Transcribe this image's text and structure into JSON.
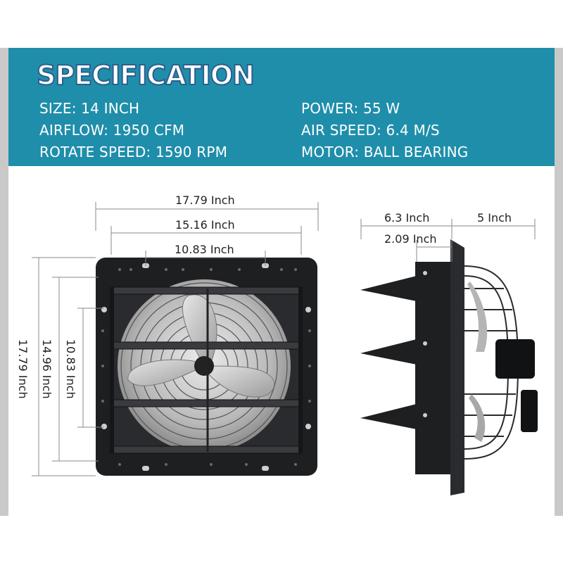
{
  "banner": {
    "title": "SPECIFICATION",
    "color": "#1f8eaa",
    "specs_left": [
      "SIZE: 14 INCH",
      "AIRFLOW: 1950 CFM",
      "ROTATE SPEED: 1590 RPM"
    ],
    "specs_right": [
      "POWER: 55 W",
      "AIR SPEED: 6.4 M/S",
      "MOTOR: BALL BEARING"
    ]
  },
  "front_view": {
    "width_outer": "17.79 Inch",
    "width_mid": "15.16 Inch",
    "width_inner": "10.83 Inch",
    "height_outer": "17.79 Inch",
    "height_mid": "14.96 Inch",
    "height_inner": "10.83 Inch"
  },
  "side_view": {
    "depth_total": "6.3 Inch",
    "depth_front": "5 Inch",
    "depth_back": "2.09 Inch"
  }
}
